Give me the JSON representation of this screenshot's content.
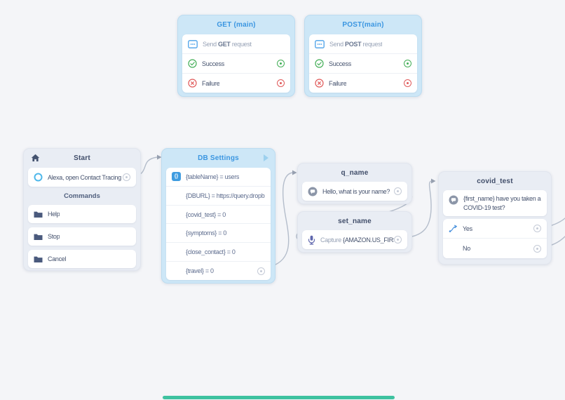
{
  "colors": {
    "canvas_bg": "#f4f5f8",
    "block_blue_bg": "#cde7f7",
    "block_gray_bg": "#e9edf4",
    "header_blue_text": "#3b96e1",
    "header_dark_text": "#404d69",
    "success_green": "#43ae57",
    "failure_red": "#e05a5a",
    "wire_gray": "#b4bdcb",
    "mic_purple": "#5f66ad",
    "choice_blue": "#4a92dd",
    "scrollbar_teal": "#3ec2a0"
  },
  "icons": {
    "api_dots": "...",
    "braces": "{}"
  },
  "blocks": {
    "get_main": {
      "title": "GET (main)",
      "send_prefix": "Send ",
      "send_method": "GET",
      "send_suffix": " request",
      "success_label": "Success",
      "failure_label": "Failure"
    },
    "post_main": {
      "title": "POST(main)",
      "send_prefix": "Send ",
      "send_method": "POST",
      "send_suffix": " request",
      "success_label": "Success",
      "failure_label": "Failure"
    },
    "start": {
      "title": "Start",
      "utterance": "Alexa, open Contact Tracing",
      "commands_label": "Commands",
      "commands": [
        "Help",
        "Stop",
        "Cancel"
      ]
    },
    "db_settings": {
      "title": "DB Settings",
      "variables": [
        "{tableName} = users",
        "{DBURL} = https://query.dropb...",
        "{covid_test} = 0",
        "{symptoms} = 0",
        "{close_contact} = 0",
        "{travel} = 0"
      ]
    },
    "q_name": {
      "title": "q_name",
      "speak_text": "Hello, what is your name?"
    },
    "set_name": {
      "title": "set_name",
      "capture_prefix": "Capture ",
      "capture_slot": "{AMAZON.US_FIRS..."
    },
    "covid_test": {
      "title": "covid_test",
      "speak_lines": [
        "{first_name} have you taken a",
        "COVID-19 test?"
      ],
      "choices": [
        "Yes",
        "No"
      ]
    }
  }
}
